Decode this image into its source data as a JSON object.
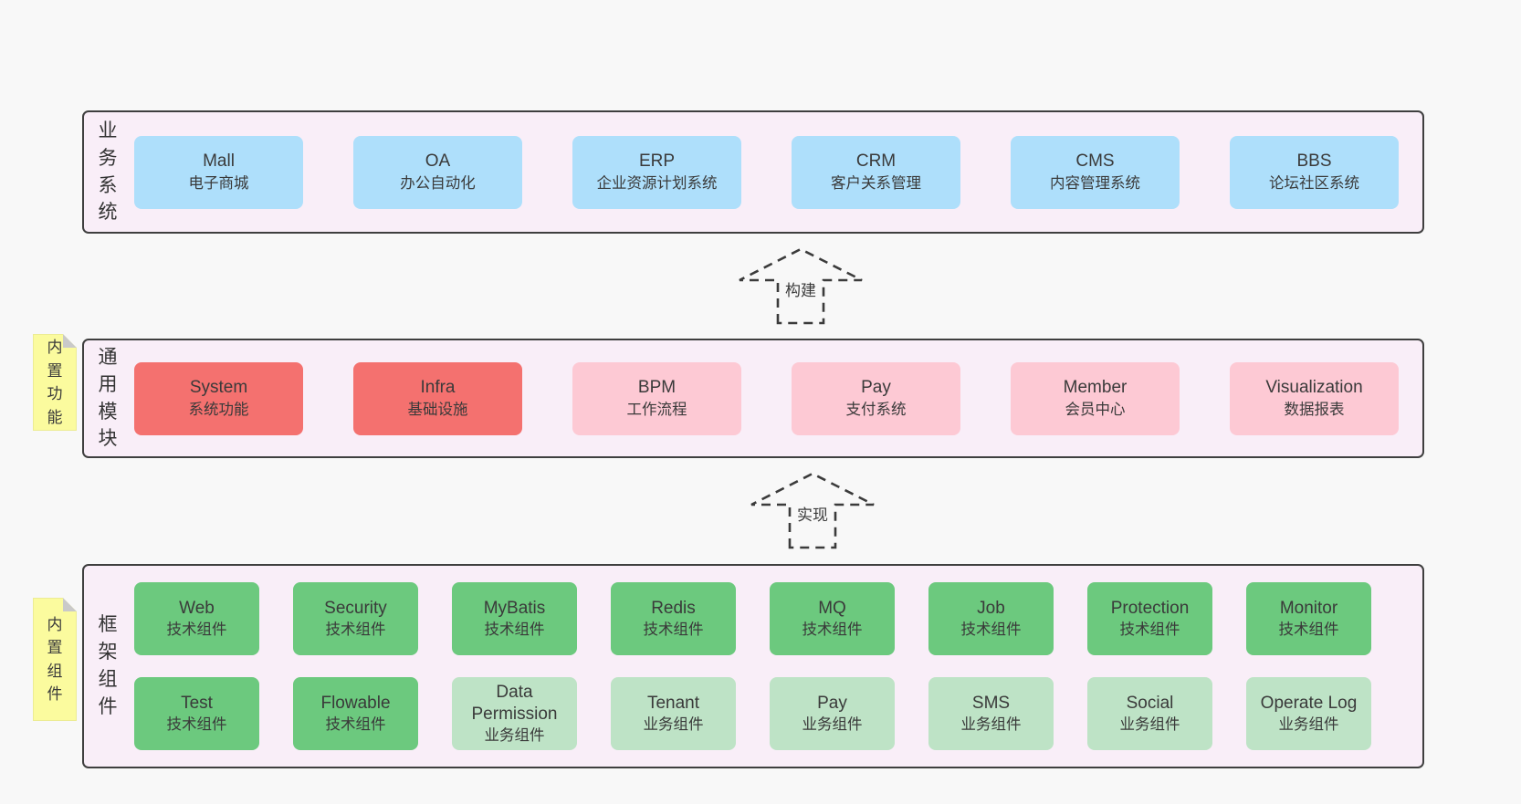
{
  "colors": {
    "page_bg": "#f8f8f8",
    "band_bg": "#f9eef8",
    "band_border": "#3f3f3f",
    "blue": "#aedffb",
    "red": "#f4716f",
    "pink": "#fdc9d4",
    "green": "#6cc97e",
    "light_green": "#bee3c6",
    "sticky_yellow": "#fbfb9e",
    "sticky_fold": "#c9c9c9",
    "text": "#3a3a3a",
    "arrow": "#3b3b3b"
  },
  "bands": [
    {
      "id": "business-systems",
      "label": "业务系统",
      "sticky": null,
      "rows": [
        [
          {
            "en": "Mall",
            "zh": "电子商城",
            "type": "blue"
          },
          {
            "en": "OA",
            "zh": "办公自动化",
            "type": "blue"
          },
          {
            "en": "ERP",
            "zh": "企业资源计划系统",
            "type": "blue"
          },
          {
            "en": "CRM",
            "zh": "客户关系管理",
            "type": "blue"
          },
          {
            "en": "CMS",
            "zh": "内容管理系统",
            "type": "blue"
          },
          {
            "en": "BBS",
            "zh": "论坛社区系统",
            "type": "blue"
          }
        ]
      ]
    },
    {
      "id": "common-modules",
      "label": "通用模块",
      "sticky": "内置功能",
      "rows": [
        [
          {
            "en": "System",
            "zh": "系统功能",
            "type": "red"
          },
          {
            "en": "Infra",
            "zh": "基础设施",
            "type": "red"
          },
          {
            "en": "BPM",
            "zh": "工作流程",
            "type": "pink"
          },
          {
            "en": "Pay",
            "zh": "支付系统",
            "type": "pink"
          },
          {
            "en": "Member",
            "zh": "会员中心",
            "type": "pink"
          },
          {
            "en": "Visualization",
            "zh": "数据报表",
            "type": "pink"
          }
        ]
      ]
    },
    {
      "id": "framework-components",
      "label": "框架组件",
      "sticky": "内置组件",
      "rows": [
        [
          {
            "en": "Web",
            "zh": "技术组件",
            "type": "green"
          },
          {
            "en": "Security",
            "zh": "技术组件",
            "type": "green"
          },
          {
            "en": "MyBatis",
            "zh": "技术组件",
            "type": "green"
          },
          {
            "en": "Redis",
            "zh": "技术组件",
            "type": "green"
          },
          {
            "en": "MQ",
            "zh": "技术组件",
            "type": "green"
          },
          {
            "en": "Job",
            "zh": "技术组件",
            "type": "green"
          },
          {
            "en": "Protection",
            "zh": "技术组件",
            "type": "green"
          },
          {
            "en": "Monitor",
            "zh": "技术组件",
            "type": "green"
          }
        ],
        [
          {
            "en": "Test",
            "zh": "技术组件",
            "type": "green"
          },
          {
            "en": "Flowable",
            "zh": "技术组件",
            "type": "green"
          },
          {
            "en": "Data Permission",
            "zh": "业务组件",
            "type": "light_green"
          },
          {
            "en": "Tenant",
            "zh": "业务组件",
            "type": "light_green"
          },
          {
            "en": "Pay",
            "zh": "业务组件",
            "type": "light_green"
          },
          {
            "en": "SMS",
            "zh": "业务组件",
            "type": "light_green"
          },
          {
            "en": "Social",
            "zh": "业务组件",
            "type": "light_green"
          },
          {
            "en": "Operate Log",
            "zh": "业务组件",
            "type": "light_green"
          }
        ]
      ]
    }
  ],
  "arrows": [
    {
      "label": "构建"
    },
    {
      "label": "实现"
    }
  ]
}
